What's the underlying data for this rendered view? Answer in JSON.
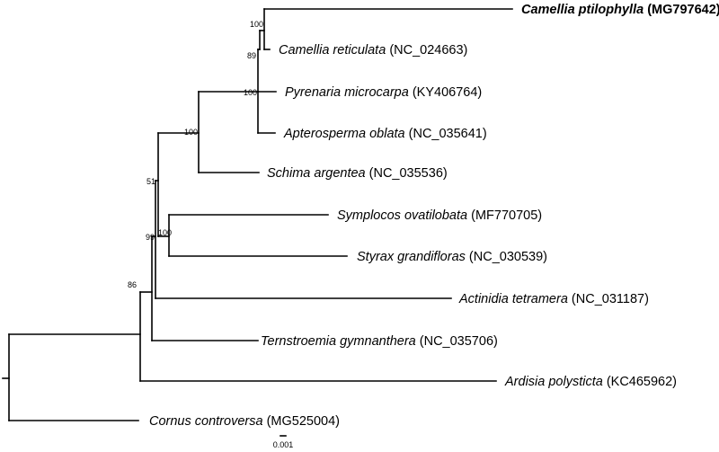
{
  "taxa": {
    "camellia_ptilophylla": {
      "species": "Camellia ptilophylla",
      "accession": "(MG797642)"
    },
    "camellia_reticulata": {
      "species": "Camellia reticulata",
      "accession": "(NC_024663)"
    },
    "pyrenaria_microcarpa": {
      "species": "Pyrenaria microcarpa",
      "accession": "(KY406764)"
    },
    "apterosperma_oblata": {
      "species": "Apterosperma oblata",
      "accession": "(NC_035641)"
    },
    "schima_argentea": {
      "species": "Schima argentea",
      "accession": "(NC_035536)"
    },
    "symplocos_ovatilobata": {
      "species": "Symplocos ovatilobata",
      "accession": "(MF770705)"
    },
    "styrax_grandifloras": {
      "species": "Styrax grandifloras",
      "accession": "(NC_030539)"
    },
    "actinidia_tetramera": {
      "species": "Actinidia tetramera",
      "accession": "(NC_031187)"
    },
    "ternstroemia_gymnanthera": {
      "species": "Ternstroemia gymnanthera",
      "accession": "(NC_035706)"
    },
    "ardisia_polysticta": {
      "species": "Ardisia polysticta",
      "accession": "(KC465962)"
    },
    "cornus_controversa": {
      "species": "Cornus controversa",
      "accession": "(MG525004)"
    }
  },
  "support": {
    "camellia_clade": "100",
    "camellia_pyrenaria": "89",
    "theaceae_core": "100",
    "theaceae": "100",
    "symplocos_styrax": "100",
    "theaceae_styracales": "51",
    "ericales_core": "99",
    "ericales": "86"
  },
  "scale_bar": {
    "label": "0.001"
  }
}
